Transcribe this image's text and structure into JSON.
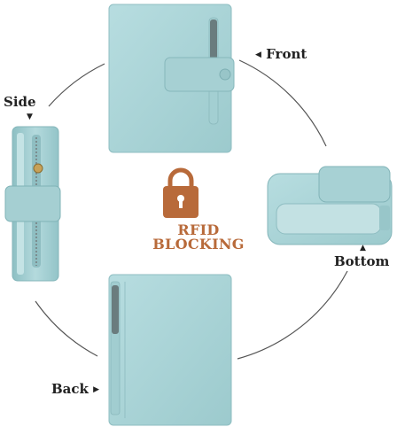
{
  "labels": {
    "front": "Front",
    "side": "Side",
    "bottom": "Bottom",
    "back": "Back"
  },
  "center_badge": {
    "line1": "RFID",
    "line2": "BLOCKING",
    "icon": "padlock-icon",
    "color": "#b86a3a"
  },
  "colors": {
    "wallet": "#a9d3d6",
    "wallet_dark": "#86b9be",
    "ring": "#555555"
  }
}
